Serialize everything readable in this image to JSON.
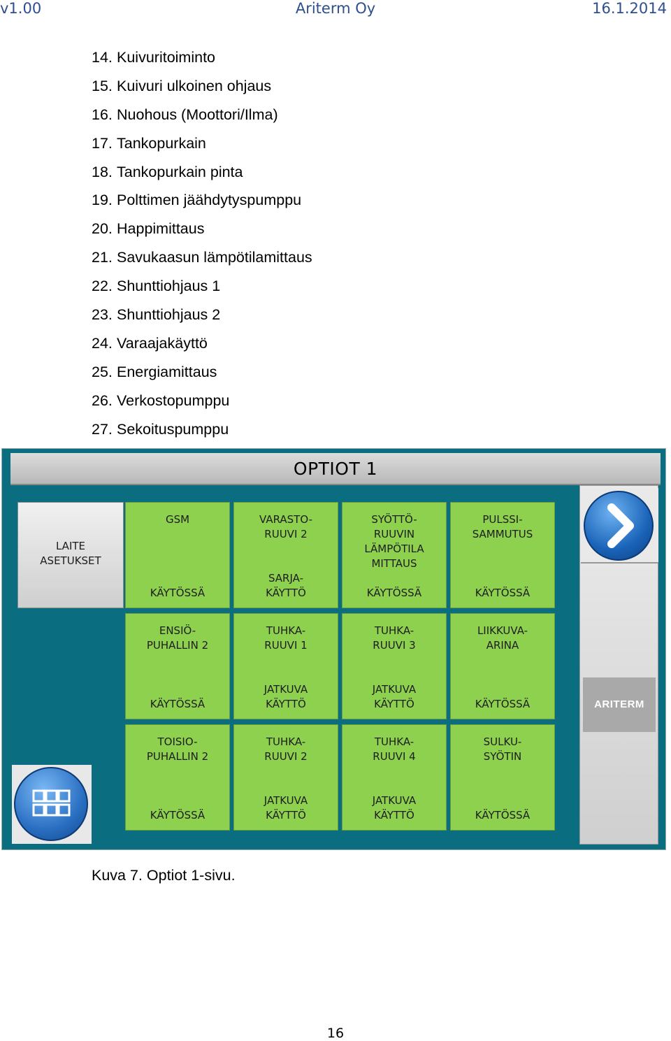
{
  "header": {
    "version": "v1.00",
    "company": "Ariterm Oy",
    "date": "16.1.2014"
  },
  "options_list": [
    {
      "num": "14.",
      "label": "Kuivuritoiminto"
    },
    {
      "num": "15.",
      "label": "Kuivuri ulkoinen ohjaus"
    },
    {
      "num": "16.",
      "label": "Nuohous (Moottori/Ilma)"
    },
    {
      "num": "17.",
      "label": "Tankopurkain"
    },
    {
      "num": "18.",
      "label": "Tankopurkain pinta"
    },
    {
      "num": "19.",
      "label": "Polttimen jäähdytyspumppu"
    },
    {
      "num": "20.",
      "label": "Happimittaus"
    },
    {
      "num": "21.",
      "label": "Savukaasun lämpötilamittaus"
    },
    {
      "num": "22.",
      "label": "Shunttiohjaus 1"
    },
    {
      "num": "23.",
      "label": "Shunttiohjaus 2"
    },
    {
      "num": "24.",
      "label": "Varaajakäyttö"
    },
    {
      "num": "25.",
      "label": "Energiamittaus"
    },
    {
      "num": "26.",
      "label": "Verkostopumppu"
    },
    {
      "num": "27.",
      "label": "Sekoituspumppu"
    }
  ],
  "screen": {
    "title": "OPTIOT 1",
    "device_settings": "LAITE\nASETUKSET",
    "logo": "ARITERM",
    "tiles": [
      {
        "name": "GSM",
        "status": "KÄYTÖSSÄ"
      },
      {
        "name": "VARASTO-\nRUUVI 2",
        "status": "SARJA-\nKÄYTTÖ"
      },
      {
        "name": "SYÖTTÖ-\nRUUVIN\nLÄMPÖTILA\nMITTAUS",
        "status": "KÄYTÖSSÄ"
      },
      {
        "name": "PULSSI-\nSAMMUTUS",
        "status": "KÄYTÖSSÄ"
      },
      {
        "name": "ENSIÖ-\nPUHALLIN 2",
        "status": "KÄYTÖSSÄ"
      },
      {
        "name": "TUHKA-\nRUUVI 1",
        "status": "JATKUVA\nKÄYTTÖ"
      },
      {
        "name": "TUHKA-\nRUUVI 3",
        "status": "JATKUVA\nKÄYTTÖ"
      },
      {
        "name": "LIIKKUVA-\nARINA",
        "status": "KÄYTÖSSÄ"
      },
      {
        "name": "TOISIO-\nPUHALLIN 2",
        "status": "KÄYTÖSSÄ"
      },
      {
        "name": "TUHKA-\nRUUVI 2",
        "status": "JATKUVA\nKÄYTTÖ"
      },
      {
        "name": "TUHKA-\nRUUVI 4",
        "status": "JATKUVA\nKÄYTTÖ"
      },
      {
        "name": "SULKU-\nSYÖTIN",
        "status": "KÄYTÖSSÄ"
      }
    ],
    "icons": {
      "next": "chevron-right-icon",
      "menu": "grid-menu-icon"
    }
  },
  "caption": "Kuva 7. Optiot 1-sivu.",
  "page_number": "16"
}
